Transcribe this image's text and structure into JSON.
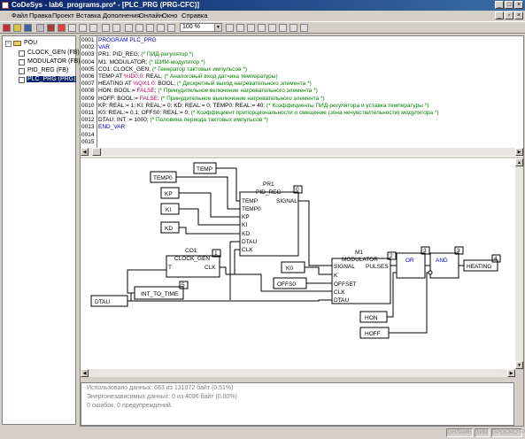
{
  "window": {
    "title": "CoDeSys - lab6_programs.pro* - [PLC_PRG (PRG-CFC)]"
  },
  "menu": [
    "Файл",
    "Правка",
    "Проект",
    "Вставка",
    "Дополнения",
    "Онлайн",
    "Окно",
    "Справка"
  ],
  "toolbar": {
    "zoom_value": "100 %"
  },
  "tree": {
    "root": "POU",
    "items": [
      "CLOCK_GEN (FB)",
      "MODULATOR (FB)",
      "PID_REG (FB)",
      "PLC_PRG (PRG)"
    ]
  },
  "declaration": {
    "line_numbers": [
      "0001",
      "0002",
      "0003",
      "0004",
      "0005",
      "0006",
      "0007",
      "0008",
      "0009",
      "0010",
      "0011",
      "0012",
      "0013",
      "0014",
      "0015"
    ],
    "lines": [
      {
        "kw": "PROGRAM PLC_PRG",
        "txt": "",
        "cm": ""
      },
      {
        "kw": "VAR",
        "txt": "",
        "cm": ""
      },
      {
        "kw": "",
        "txt": "    PR1: PID_REG; ",
        "cm": "(* ПИД-регулятор *)"
      },
      {
        "kw": "",
        "txt": "    M1: MODULATOR; ",
        "cm": "(* ШИМ-модулятор *)"
      },
      {
        "kw": "",
        "txt": "    CO1: CLOCK_GEN; ",
        "cm": "(* Генератор тактовых импульсов *)"
      },
      {
        "kw": "",
        "txt": "    TEMP AT ",
        "ad": "%ID0.0",
        "txt2": ": REAL; ",
        "cm": "(* Аналоговый вход датчика температуры)"
      },
      {
        "kw": "",
        "txt": "    HEATING AT ",
        "ad": "%QX1.0",
        "txt2": ": BOOL; ",
        "cm": "(* Дискретный выход нагревательного элемента *)"
      },
      {
        "kw": "",
        "txt": "    HON: BOOL:= ",
        "ad": "FALSE",
        "txt2": "; ",
        "cm": "(* Принудительное включение нагревательного элемента *)"
      },
      {
        "kw": "",
        "txt": "    HOFF: BOOL:= ",
        "ad": "FALSE",
        "txt2": "; ",
        "cm": "(* Принудительное выключение нагревательного элемента *)"
      },
      {
        "kw": "",
        "txt": "    KP: REAL:= 1; KI: REAL:= 0; KD: REAL:= 0; TEMP0: REAL:= 40; ",
        "cm": "(* Коэффициенты ПИД-регулятора и уставка температуры *)"
      },
      {
        "kw": "",
        "txt": "    K0: REAL:= 0.1; OFFS0: REAL:= 0; ",
        "cm": "(* Коэффициент пропорциональности и смещение (зона нечувствительности) модулятора *)"
      },
      {
        "kw": "",
        "txt": "    DTAU: INT := 1000; ",
        "cm": "(* Половина периода тактовых импульсов *)"
      },
      {
        "kw": "END_VAR",
        "txt": "",
        "cm": ""
      },
      {
        "kw": "",
        "txt": "",
        "cm": ""
      },
      {
        "kw": "",
        "txt": "",
        "cm": ""
      }
    ]
  },
  "cfc": {
    "inputs": {
      "temp": "TEMP",
      "temp0": "TEMP0",
      "kp": "KP",
      "ki": "KI",
      "kd": "KD",
      "k0": "K0",
      "offs0": "OFFS0",
      "dtau": "DTAU",
      "hon": "HON",
      "hoff": "HOFF"
    },
    "pr1": {
      "instance": "PR1",
      "type": "PID_REG",
      "order": "0",
      "pins_in": [
        "TEMP",
        "TEMP0",
        "KP",
        "KI",
        "KD",
        "DTAU",
        "CLK"
      ],
      "pin_out": "SIGNAL"
    },
    "co1": {
      "instance": "CO1",
      "type": "CLOCK_GEN",
      "order": "1",
      "pin_in": "T",
      "pin_out": "CLK"
    },
    "m1": {
      "instance": "M1",
      "type": "MODULATOR",
      "order": "2",
      "pins_in": [
        "SIGNAL",
        "K",
        "OFFSET",
        "CLK",
        "DTAU"
      ],
      "pin_out": "PULSES"
    },
    "int_to_time": {
      "label": "INT_TO_TIME",
      "order": "5"
    },
    "or": {
      "label": "OR",
      "order": "3"
    },
    "and": {
      "label": "AND",
      "order": "3"
    },
    "output": {
      "label": "HEATING",
      "order": "4"
    }
  },
  "messages": [
    "Использовано данных: 663 из 131072 байт (0.51%)",
    "Энергонезависимых данных: 0 из 4096 байт (0.00%)",
    "0 ошибок, 0 предупреждений."
  ],
  "status": [
    "ОНЛАЙН",
    "ЗИМ",
    "ПРОСМОТР"
  ]
}
